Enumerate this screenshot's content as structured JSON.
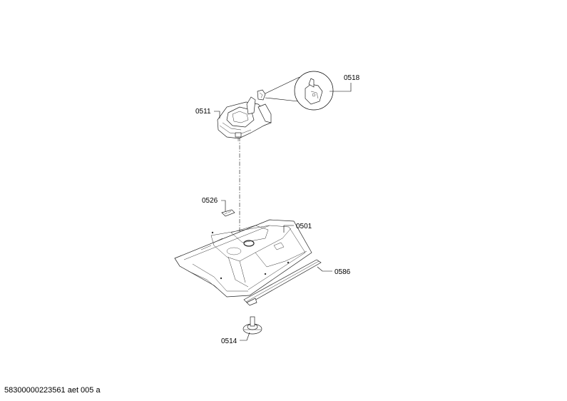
{
  "labels": {
    "p0518": "0518",
    "p0511": "0511",
    "p0526": "0526",
    "p0501": "0501",
    "p0586": "0586",
    "p0514": "0514"
  },
  "footer": "58300000223561 aet 005 a"
}
